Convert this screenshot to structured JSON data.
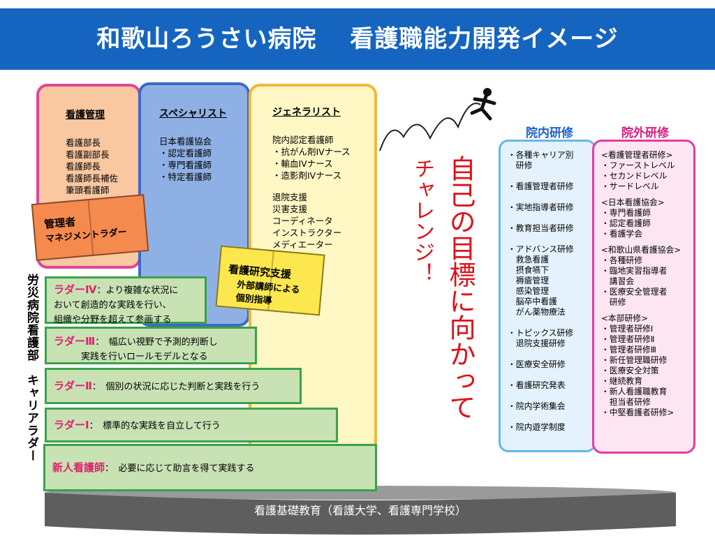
{
  "header": {
    "title": "和歌山ろうさい病院　 看護職能力開発イメージ"
  },
  "columns": {
    "management": {
      "heading": "看護管理",
      "lines": [
        "看護部長",
        "看護副部長",
        "看護師長",
        "看護師長補佐",
        "筆頭看護師"
      ],
      "book_title": "管理者",
      "book_subtitle": "マネジメントラダー"
    },
    "specialist": {
      "heading": "スペシャリスト",
      "lines": [
        "日本看護協会",
        "・認定看護師",
        "・専門看護師",
        "・特定看護師"
      ]
    },
    "generalist": {
      "heading": "ジェネラリスト",
      "lines_a": [
        "院内認定看護師",
        "・抗がん剤IVナース",
        "・輸血IVナース",
        "・造影剤IVナース"
      ],
      "lines_b": [
        "退院支援",
        "災害支援",
        "コーディネータ",
        "インストラクター",
        "メディエーター"
      ]
    }
  },
  "research_book": {
    "title": "看護研究支援",
    "subtitle": "外部講師による\n個別指導"
  },
  "ladders": [
    {
      "label": "ラダーⅣ",
      "desc": "：より複雑な状況に\nおいて創造的な実践を行い、\n組織や分野を超えて参画する"
    },
    {
      "label": "ラダーⅢ",
      "desc": "：　幅広い視野で予測的判断し\n　　　実践を行いロールモデルとなる"
    },
    {
      "label": "ラダーⅡ",
      "desc": "：　個別の状況に応じた判断と実践を行う"
    },
    {
      "label": "ラダーⅠ",
      "desc": "：　標準的な実践を自立して行う"
    },
    {
      "label": "新人看護師",
      "desc": "：　必要に応じて助言を得て実践する"
    }
  ],
  "side_label": "労災病院看護部　キャリアラダー",
  "base": {
    "label": "看護基礎教育（看護大学、看護専門学校）"
  },
  "challenge": {
    "line1": "自己の目標に向かって",
    "line2": "チャレンジ！"
  },
  "in_training": {
    "heading": "院内研修",
    "items": [
      "・各種キャリア別\n　研修",
      "・看護管理者研修",
      "・実地指導者研修",
      "・教育担当者研修",
      "・アドバンス研修\n　救急看護\n　摂食嚥下\n　褥瘡管理\n　感染管理\n　脳卒中看護\n　がん薬物療法",
      "・トピックス研修\n　退院支援研修",
      "・医療安全研修",
      "・看護研究発表",
      "・院内学術集会",
      "・院内遊学制度"
    ]
  },
  "out_training": {
    "heading": "院外研修",
    "groups": [
      "<看護管理者研修>\n・ファーストレベル\n・セカンドレベル\n・サードレベル",
      "<日本看護協会>\n・専門看護師\n・認定看護師\n・看護学会",
      "<和歌山県看護協会>\n・各種研修\n・臨地実習指導者\n　講習会\n・医療安全管理者\n　研修",
      "<本部研修>\n・管理者研修Ⅰ\n・管理者研修Ⅱ\n・管理者研修Ⅲ\n・新任管理職研修\n・医療安全対策\n・継続教育\n・新人看護職教育\n　担当者研修\n・中堅看護者研修>"
    ]
  },
  "icons": {
    "runner": "running-person-icon"
  },
  "colors": {
    "header_bg": "#1565c0",
    "ladder_fill": "#c8e2b4",
    "ladder_border": "#3aa24a",
    "ladder_label": "#e0206e",
    "challenge_text": "#e0101a",
    "in_training_border": "#62b8ec",
    "out_training_border": "#e53ca0"
  }
}
